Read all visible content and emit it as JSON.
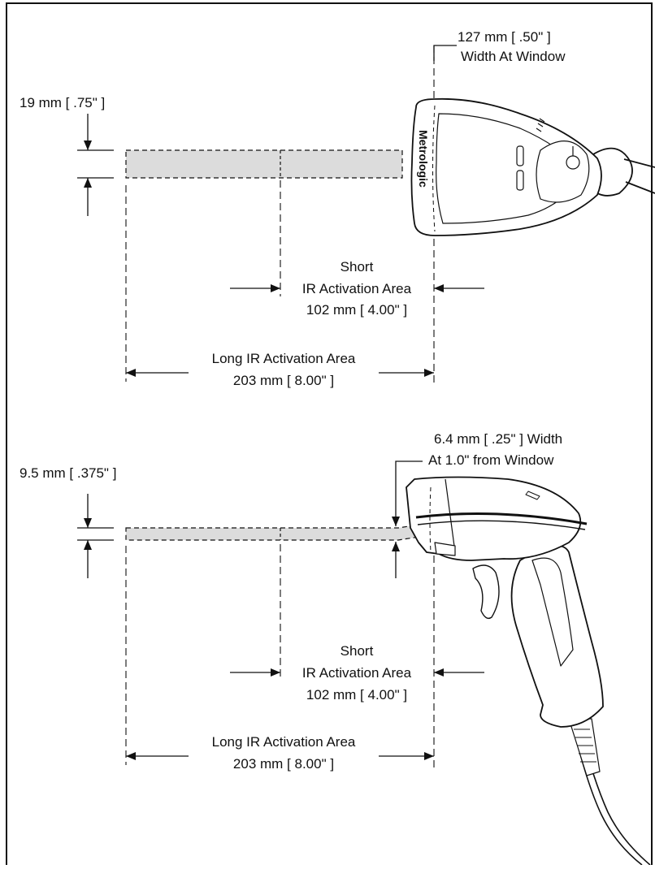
{
  "top_view": {
    "height_label": "19 mm [ .75\" ]",
    "window_width_value": "127 mm [ .50\" ]",
    "window_width_caption": "Width At Window",
    "short_area": {
      "line1": "Short",
      "line2": "IR Activation Area",
      "line3": "102 mm [ 4.00\" ]"
    },
    "long_area": {
      "line1": "Long IR Activation Area",
      "line2": "203 mm [ 8.00\" ]"
    },
    "brand_logo": "Metrologic"
  },
  "side_view": {
    "height_label": "9.5 mm [ .375\" ]",
    "width_line1": "6.4 mm [ .25\" ] Width",
    "width_line2": "At 1.0\" from Window",
    "short_area": {
      "line1": "Short",
      "line2": "IR Activation Area",
      "line3": "102 mm [ 4.00\" ]"
    },
    "long_area": {
      "line1": "Long IR Activation Area",
      "line2": "203 mm [ 8.00\" ]"
    }
  },
  "colors": {
    "beam_fill": "#dcdcdc",
    "line": "#111111"
  }
}
